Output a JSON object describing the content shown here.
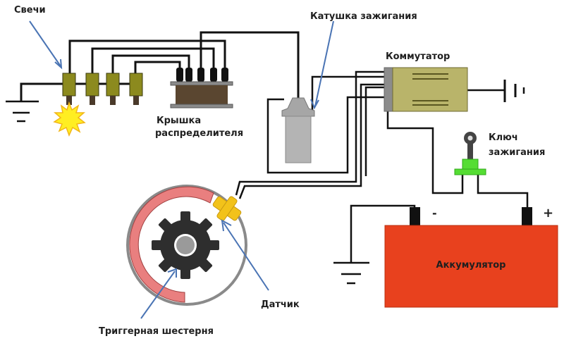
{
  "diagram": {
    "title": "Схема бесконтактной системы зажигания",
    "labels": {
      "spark_plugs": "Свечи",
      "ignition_coil": "Катушка зажигания",
      "distributor_cap_line1": "Крышка",
      "distributor_cap_line2": "распределителя",
      "commutator": "Коммутатор",
      "ignition_key_line1": "Ключ",
      "ignition_key_line2": "зажигания",
      "battery": "Аккумулятор",
      "battery_minus": "-",
      "battery_plus": "+",
      "sensor": "Датчик",
      "trigger_gear": "Триггерная шестерня"
    },
    "colors": {
      "wire": "#111111",
      "spark_plug_body": "#8c8a1e",
      "spark_plug_tip": "#4a3a2a",
      "spark": "#ffee22",
      "distributor_body": "#5a4630",
      "coil_body": "#b4b4b4",
      "commutator_body": "#b9b46a",
      "ignition_key_green": "#55dd33",
      "battery": "#e8411e",
      "sensor": "#f2c21a",
      "trigger_ring": "#e97f7f",
      "gear": "#2e2e2e",
      "arrow": "#4a74b4"
    },
    "spark_plug_count": 4,
    "distributor_terminal_count": 5
  }
}
